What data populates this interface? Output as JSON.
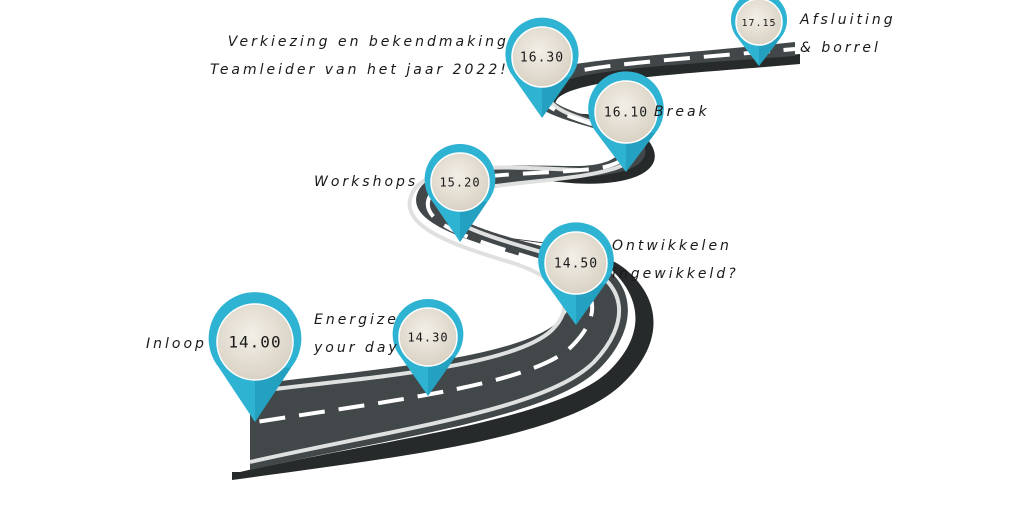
{
  "milestones": [
    {
      "id": "inloop",
      "time": "14.00",
      "label_lines": [
        "Inloop"
      ]
    },
    {
      "id": "energize",
      "time": "14.30",
      "label_lines": [
        "Energize",
        "your day"
      ]
    },
    {
      "id": "ontwikkelen",
      "time": "14.50",
      "label_lines": [
        "Ontwikkelen",
        "ingewikkeld?"
      ]
    },
    {
      "id": "workshops",
      "time": "15.20",
      "label_lines": [
        "Workshops"
      ]
    },
    {
      "id": "break",
      "time": "16.10",
      "label_lines": [
        "Break"
      ]
    },
    {
      "id": "verkiezing",
      "time": "16.30",
      "label_lines": [
        "Verkiezing en bekendmaking",
        "Teamleider van het jaar 2022!"
      ]
    },
    {
      "id": "afsluiting",
      "time": "17.15",
      "label_lines": [
        "Afsluiting",
        "& borrel"
      ]
    }
  ],
  "colors": {
    "road": "#3f4446",
    "road_side": "#2a2d2e",
    "road_edge": "#8e9394",
    "pin": "#2fb3d3",
    "pin_dark": "#1b8fb0",
    "pin_face": "#e9e3d7"
  }
}
